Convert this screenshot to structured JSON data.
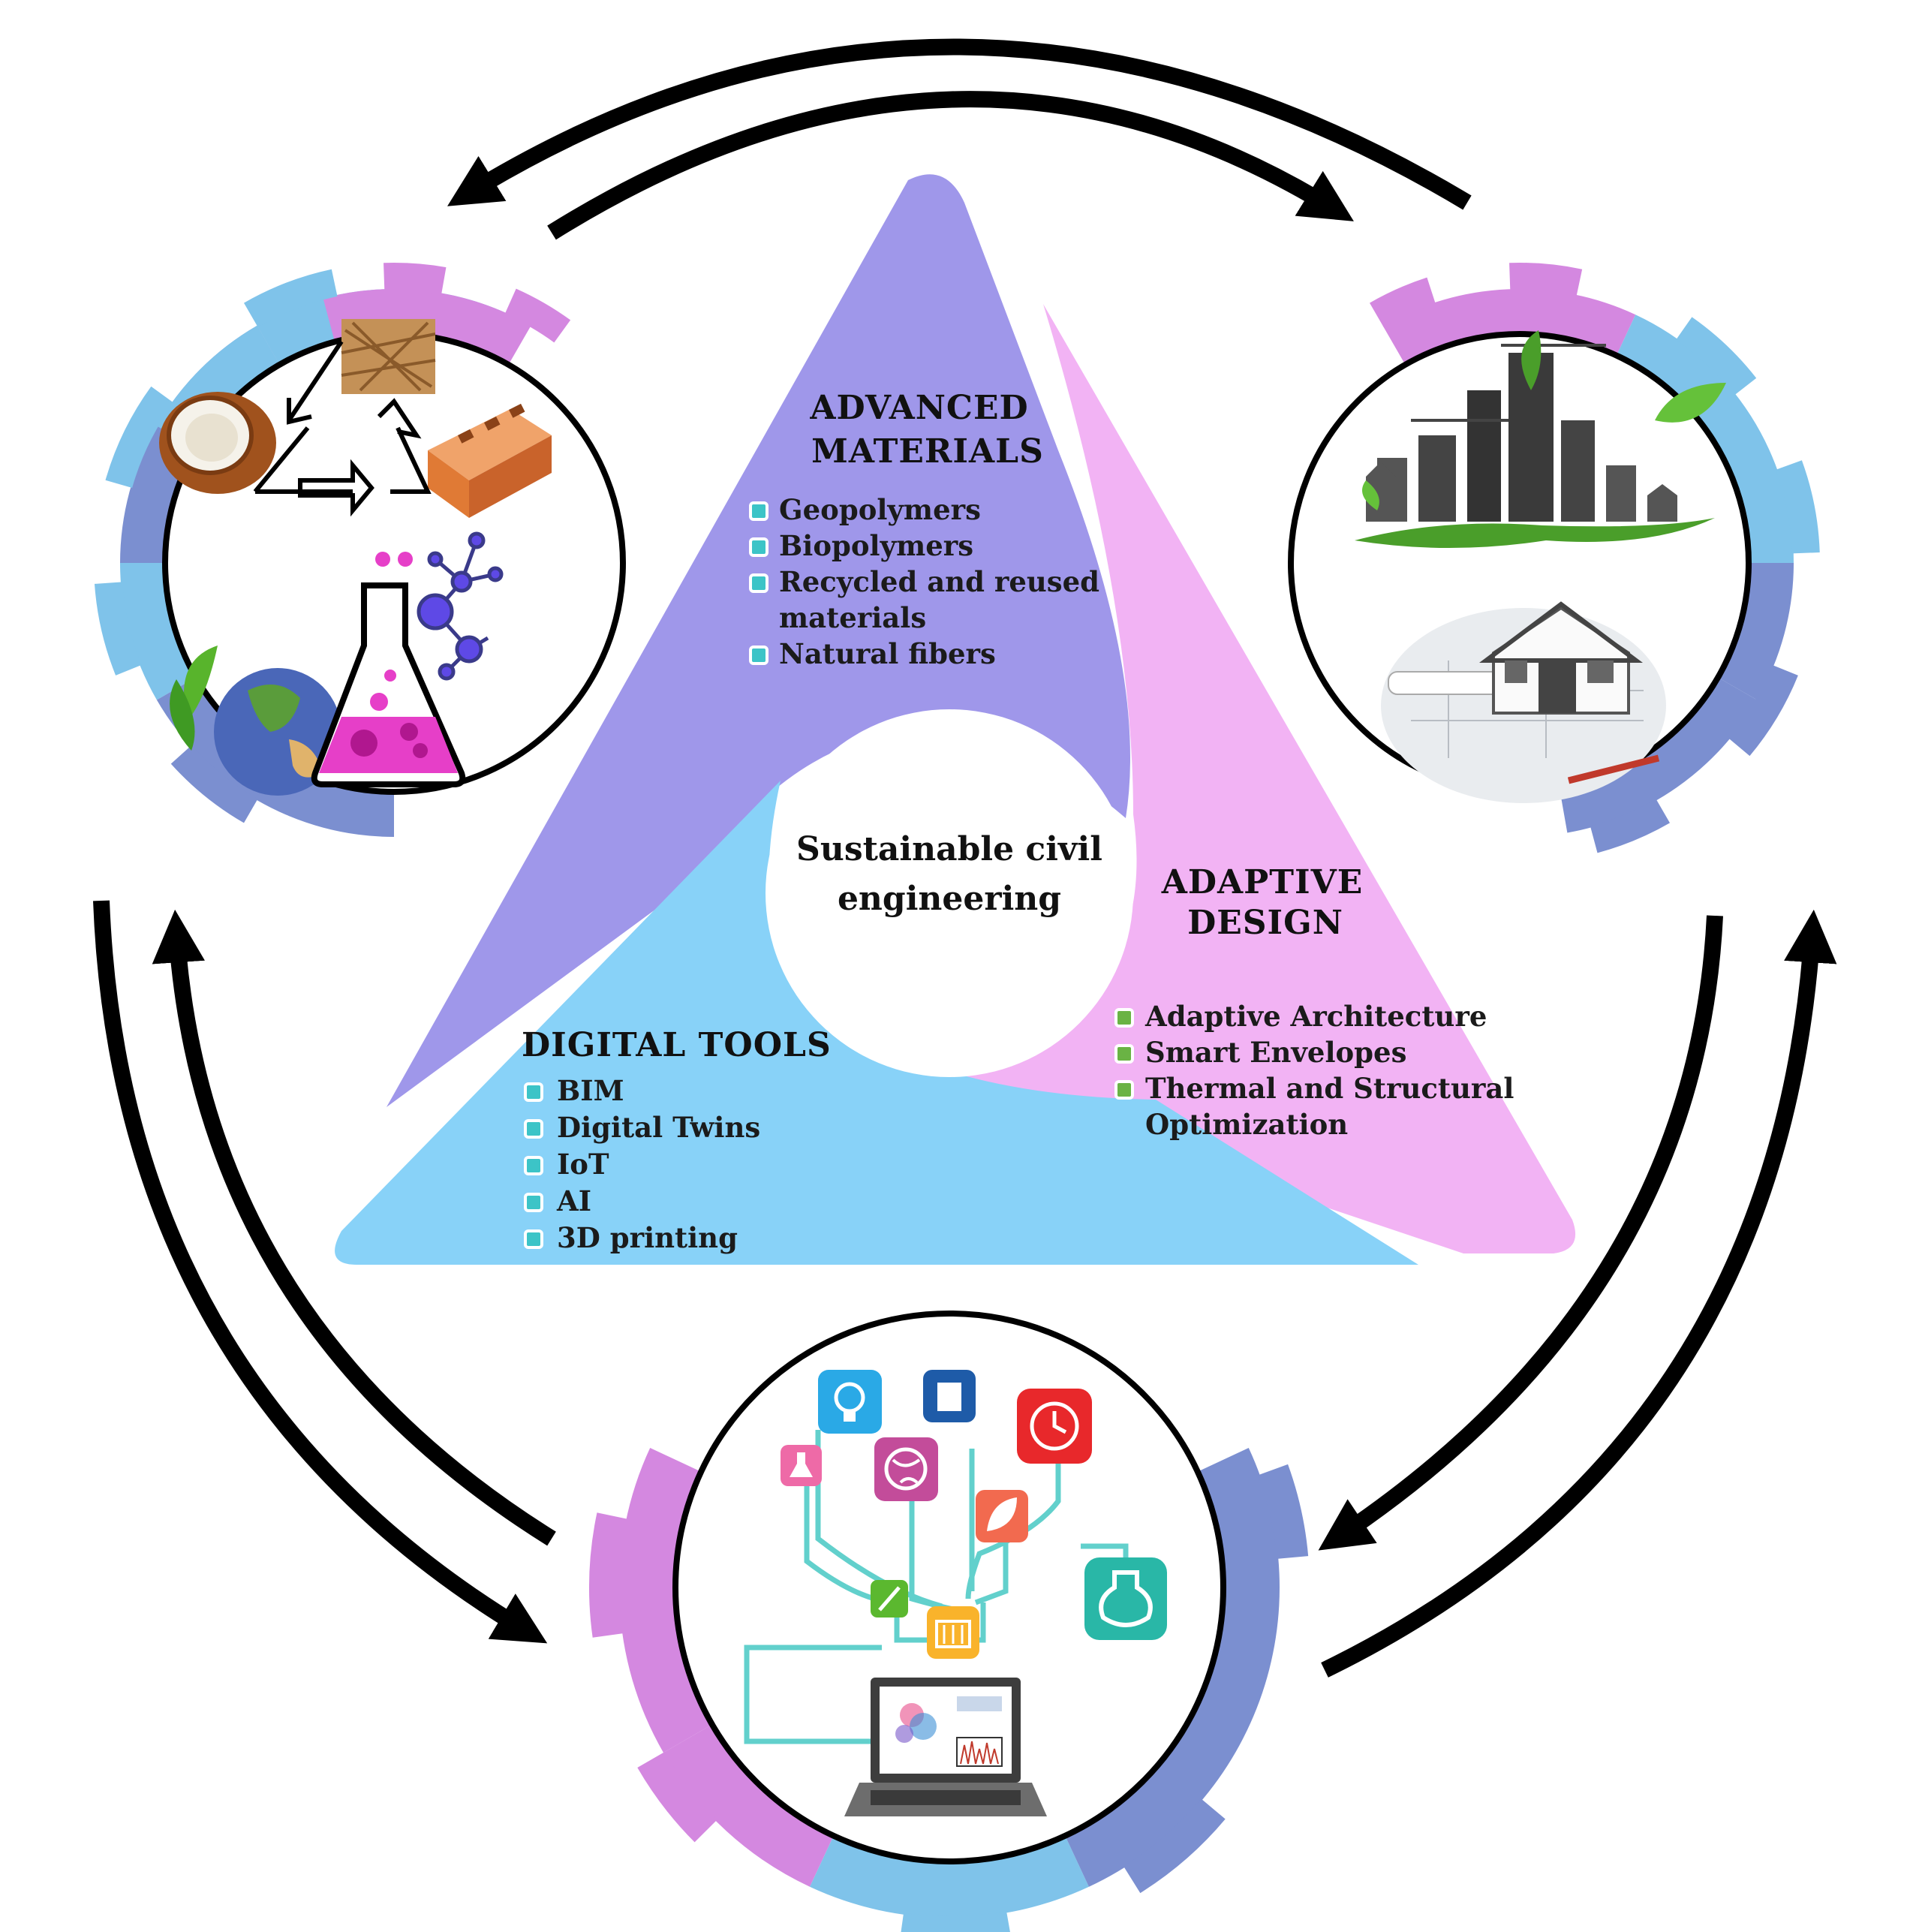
{
  "center": {
    "line1": "Sustainable civil",
    "line2": "engineering"
  },
  "advanced_materials": {
    "title_line1": "ADVANCED",
    "title_line2": "MATERIALS",
    "items": [
      "Geopolymers",
      "Biopolymers",
      "Recycled and reused",
      "materials",
      "Natural fibers"
    ],
    "color": "#9f97ea"
  },
  "adaptive_design": {
    "title_line1": "ADAPTIVE",
    "title_line2": "DESIGN",
    "items": [
      "Adaptive Architecture",
      "Smart Envelopes",
      "Thermal and Structural",
      "Optimization"
    ],
    "color": "#f2b3f4"
  },
  "digital_tools": {
    "title": "DIGITAL TOOLS",
    "items": [
      "BIM",
      "Digital Twins",
      "IoT",
      "AI",
      "3D printing"
    ],
    "color": "#88d2f8"
  },
  "ring_colors": {
    "pink": "#d488e0",
    "light_blue": "#7fc3ea",
    "dark_blue": "#7b8fd0"
  },
  "bullet_colors": {
    "teal": "#3cc4c7",
    "green": "#6ab344"
  },
  "icons": {
    "materials_circle": [
      "coconut-icon",
      "fibers-icon",
      "brick-icon",
      "recycle-arrows-icon",
      "earth-globe-icon",
      "flask-icon",
      "molecule-icon"
    ],
    "design_circle": [
      "green-city-icon",
      "house-model-icon"
    ],
    "digital_circle": [
      "laptop-icon",
      "lightbulb-app-icon",
      "clock-app-icon",
      "flask-app-icon",
      "network-tree-icon"
    ]
  }
}
